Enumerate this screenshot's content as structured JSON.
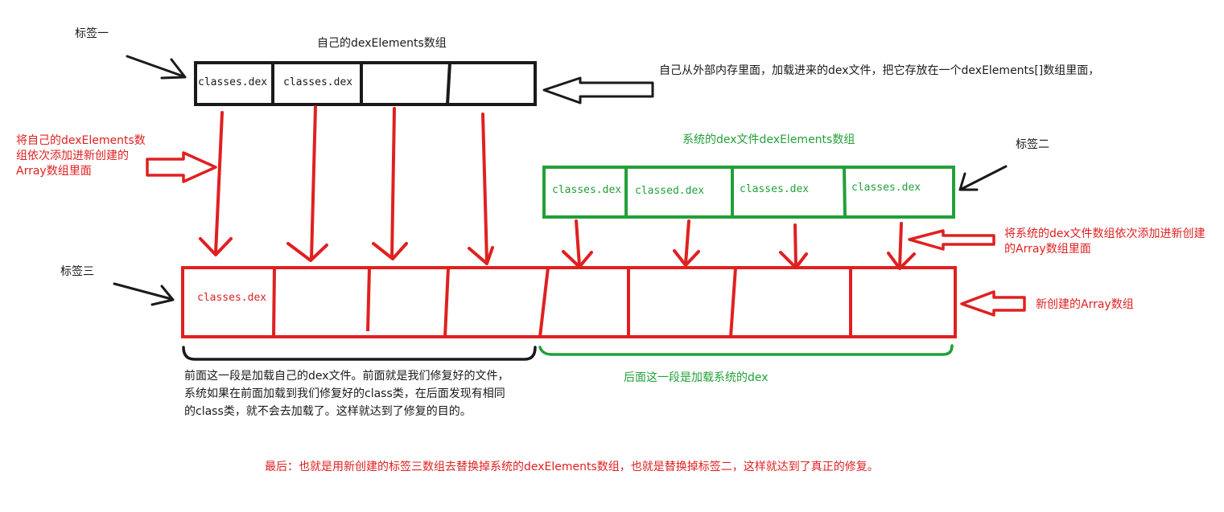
{
  "labels": {
    "tag1": "标签一",
    "tag2": "标签二",
    "tag3": "标签三"
  },
  "own_array": {
    "title": "自己的dexElements数组",
    "cells": [
      "classes.dex",
      "classes.dex",
      "",
      ""
    ],
    "note": "自己从外部内存里面，加载进来的dex文件，把它存放在一个dexElements[]数组里面，"
  },
  "system_array": {
    "title": "系统的dex文件dexElements数组",
    "cells": [
      "classes.dex",
      "classed.dex",
      "classes.dex",
      "classes.dex"
    ],
    "note": "将系统的dex文件数组依次添加进新创建的Array数组里面"
  },
  "new_array": {
    "cells": [
      "classes.dex",
      "",
      "",
      "",
      "",
      "",
      "",
      ""
    ],
    "note": "新创建的Array数组"
  },
  "add_own_note": "将自己的dexElements数组依次添加进新创建的Array数组里面",
  "front_segment_note": "前面这一段是加载自己的dex文件。前面就是我们修复好的文件，系统如果在前面加载到我们修复好的class类，在后面发现有相同的class类，就不会去加载了。这样就达到了修复的目的。",
  "back_segment_note": "后面这一段是加载系统的dex",
  "conclusion": "最后：也就是用新创建的标签三数组去替换掉系统的dexElements数组，也就是替换掉标签二，这样就达到了真正的修复。",
  "colors": {
    "red": "#e02020",
    "green": "#22a038",
    "black": "#1a1a1a"
  }
}
